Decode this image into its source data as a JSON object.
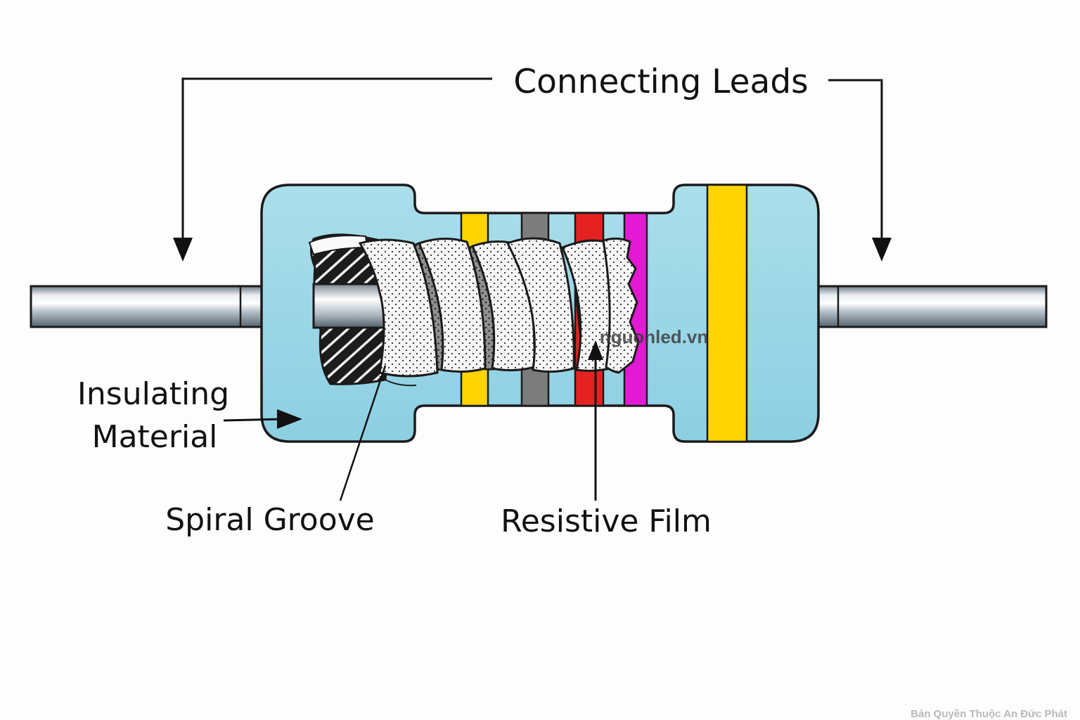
{
  "labels": {
    "connecting_leads": "Connecting Leads",
    "insulating_line1": "Insulating",
    "insulating_line2": "Material",
    "spiral_groove": "Spiral Groove",
    "resistive_film": "Resistive Film"
  },
  "watermark": "nguonled.vn",
  "copyright": "Bản Quyền Thuộc An Đức Phát",
  "colors": {
    "body": "#a8dcea",
    "band_yellow": "#ffd400",
    "band_grey": "#7c7c7c",
    "band_red": "#e52222",
    "band_magenta": "#e21ad3",
    "outline": "#1a1a1a"
  },
  "icons": {
    "arrow": "arrowhead-icon",
    "lead": "metal-wire-lead"
  }
}
